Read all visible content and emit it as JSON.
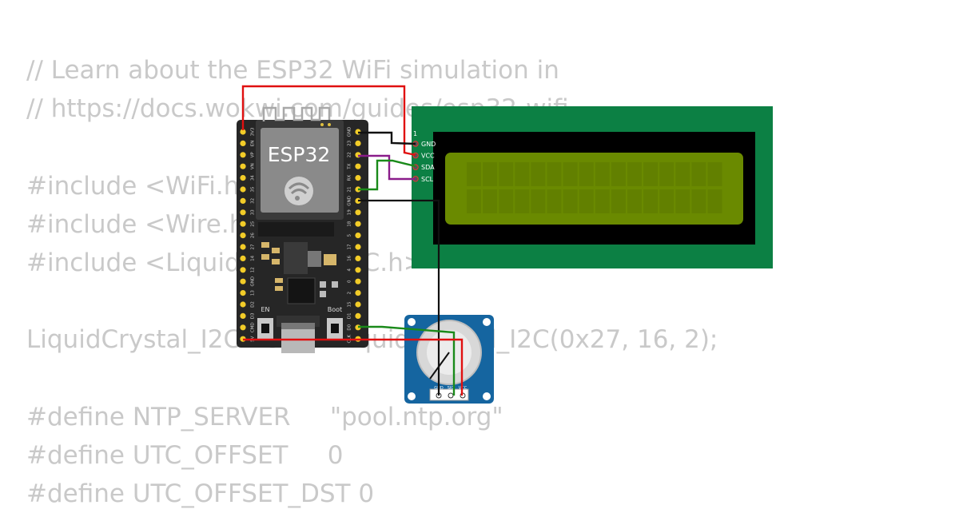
{
  "code_lines": [
    "// Learn about the ESP32 WiFi simulation in",
    "// https://docs.wokwi.com/guides/esp32-wifi",
    "",
    "#include <WiFi.h>",
    "#include <Wire.h>",
    "#include <LiquidCrystal_I2C.h>",
    "",
    "LiquidCrystal_I2C LCD = LiquidCrystal_I2C(0x27, 16, 2);",
    "",
    "#define NTP_SERVER     \"pool.ntp.org\"",
    "#define UTC_OFFSET     0",
    "#define UTC_OFFSET_DST 0"
  ],
  "esp32": {
    "chip_label": "ESP32",
    "button_en": "EN",
    "button_boot": "Boot",
    "left_pins": [
      "3V3",
      "EN",
      "VP",
      "VN",
      "34",
      "35",
      "32",
      "33",
      "25",
      "26",
      "27",
      "14",
      "12",
      "GND",
      "13",
      "D2",
      "D3",
      "CMD",
      "5V"
    ],
    "right_pins": [
      "GND",
      "23",
      "22",
      "TX",
      "RX",
      "21",
      "GND",
      "19",
      "18",
      "5",
      "17",
      "16",
      "4",
      "0",
      "2",
      "15",
      "D1",
      "D0",
      "CLK"
    ]
  },
  "lcd": {
    "pins": [
      "GND",
      "VCC",
      "SDA",
      "SCL"
    ],
    "pin_index_label": "1",
    "columns": 16,
    "rows": 2,
    "pcb_color": "#0c8044",
    "screen_color": "#6a8a00"
  },
  "potentiometer": {
    "pins": [
      "GND",
      "SIG",
      "VCC"
    ],
    "pcb_color": "#1565a0"
  },
  "wire_colors": {
    "power": "#e01010",
    "ground": "#111111",
    "sda": "#8a1c8a",
    "scl": "#1a8a1a"
  }
}
